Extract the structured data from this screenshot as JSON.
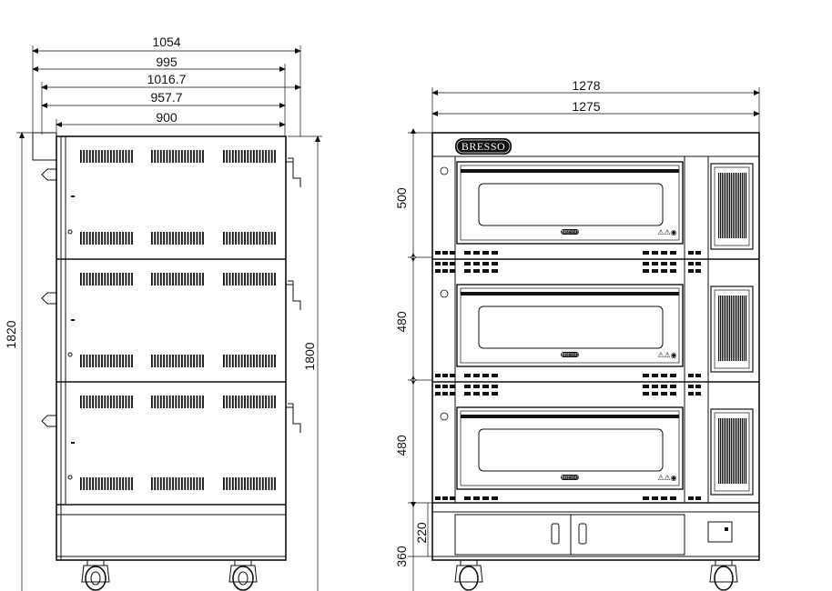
{
  "side_view": {
    "width_labels": [
      "1054",
      "995",
      "1016.7",
      "957.7",
      "900"
    ],
    "height_total": "1820",
    "height_body": "1800"
  },
  "front_view": {
    "brand": "BRESSO",
    "width_labels": [
      "1278",
      "1275"
    ],
    "deck_heights": [
      "500",
      "480",
      "480"
    ],
    "base_heights": [
      "220",
      "360"
    ],
    "door_brand": "BRESSO",
    "warning_symbols": "⚠⚠◉"
  }
}
